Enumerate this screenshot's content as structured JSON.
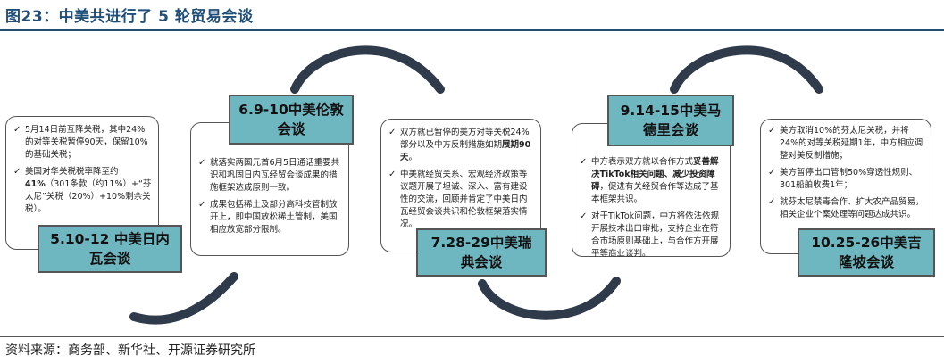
{
  "figure_title": "图23：中美共进行了 5 轮贸易会谈",
  "source": "资料来源：商务部、新华社、开源证券研究所",
  "rounds": [
    {
      "title": "5.10-12 中美日内瓦会谈",
      "bullets": [
        [
          "5月14日前互降关税，其中24%的对等关税暂停90天，保留10%的基础关税；"
        ],
        [
          "美国对华关税税率降至约",
          {
            "b": "41%"
          },
          "（301条款（约11%）+“芬太尼”关税（20%）+10%剩余关税）。"
        ]
      ]
    },
    {
      "title": "6.9-10中美伦敦会谈",
      "bullets": [
        [
          "就落实两国元首6月5日通话重要共识和巩固日内瓦经贸会谈成果的措施框架达成原则一致。"
        ],
        [
          "成果包括稀土及部分高科技管制放开上，即中国放松稀土管制，美国相应放宽部分限制。"
        ]
      ]
    },
    {
      "title": "7.28-29中美瑞典会谈",
      "bullets": [
        [
          "双方就已暂停的美方对等关税24%部分以及中方反制措施如期",
          {
            "b": "展期90天"
          },
          "。"
        ],
        [
          "中美就经贸关系、宏观经济政策等议题开展了坦诚、深入、富有建设性的交流，回顾并肯定了中美日内瓦经贸会谈共识和伦敦框架落实情况。"
        ]
      ]
    },
    {
      "title": "9.14-15中美马德里会谈",
      "bullets": [
        [
          "中方表示双方就以合作方式",
          {
            "b": "妥善解决TikTok相关问题、减少投资障碍"
          },
          "，促进有关经贸合作等达成了基本框架共识。"
        ],
        [
          "对于TikTok问题，中方将依法依规开展技术出口审批，支持企业在符合市场原则基础上，与合作方开展平等商业谈判。"
        ]
      ]
    },
    {
      "title": "10.25-26中美吉隆坡会谈",
      "bullets": [
        [
          "美方取消10%的芬太尼关税，并将24%的对等关税延期1年，中方相应调整对美反制措施；"
        ],
        [
          "美方暂停出口管制50%穿透性规则、301船舶收费1年；"
        ],
        [
          "就芬太尼禁毒合作、扩大农产品贸易，相关企业个案处理等问题达成共识。"
        ]
      ]
    }
  ]
}
